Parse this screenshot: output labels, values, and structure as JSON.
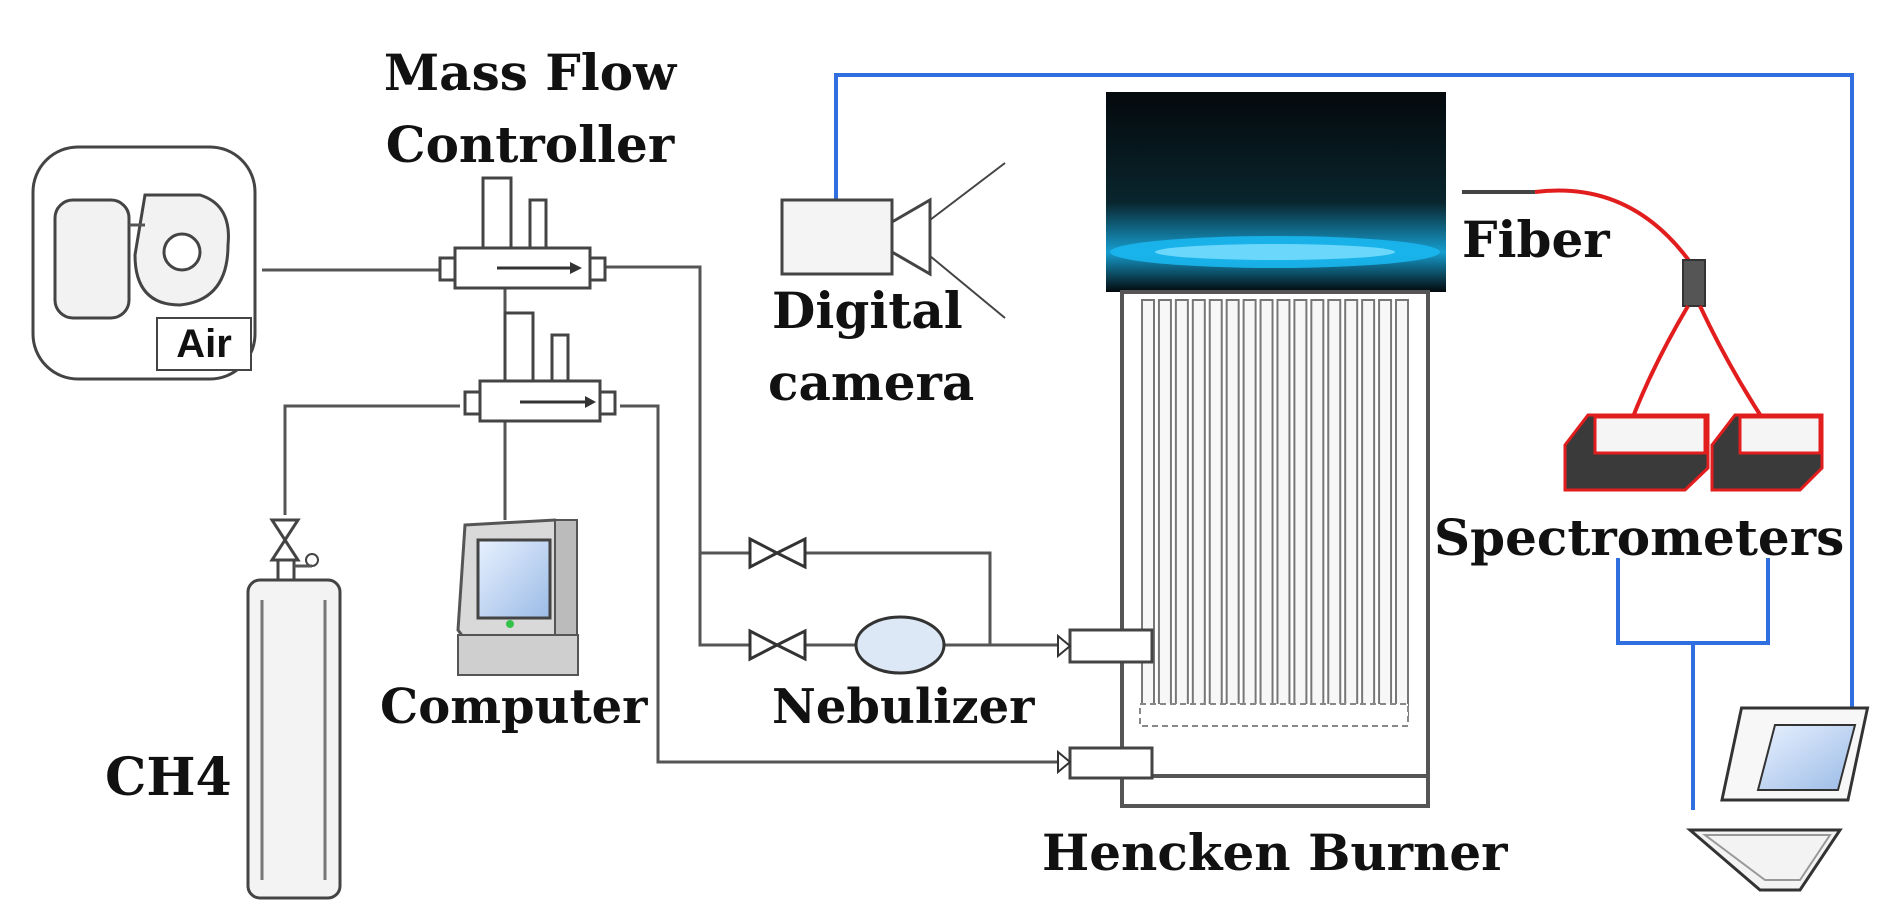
{
  "labels": {
    "mass_flow_line1": "Mass Flow",
    "mass_flow_line2": "Controller",
    "air": "Air",
    "digital_line1": "Digital",
    "digital_line2": "camera",
    "fiber": "Fiber",
    "spectrometers": "Spectrometers",
    "computer": "Computer",
    "nebulizer": "Nebulizer",
    "ch4": "CH4",
    "burner": "Hencken  Burner"
  },
  "colors": {
    "signal_line": "#2f6fe0",
    "fiber_line": "#e21d1d",
    "flame": "#19b7f0",
    "flame_bg": "#04090c"
  },
  "icons": {
    "air": "air-compressor-icon",
    "mfc": "mass-flow-controller-icon",
    "camera": "camera-icon",
    "computer": "desktop-computer-icon",
    "laptop": "laptop-icon",
    "cylinder": "gas-cylinder-icon",
    "valve": "valve-icon",
    "spectrometer": "spectrometer-icon"
  }
}
